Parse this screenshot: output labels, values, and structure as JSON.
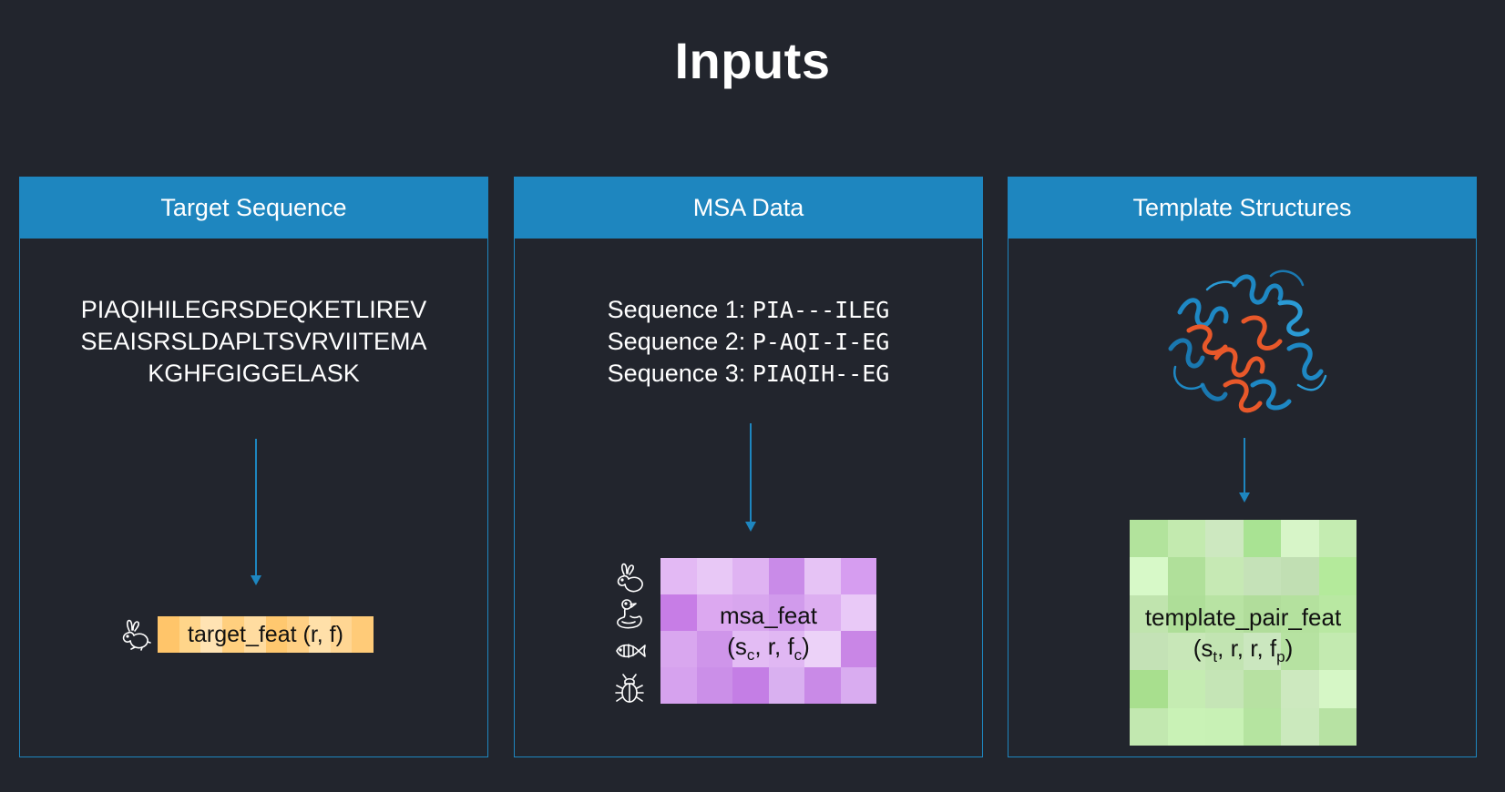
{
  "title": "Inputs",
  "panels": {
    "target": {
      "header": "Target Sequence",
      "sequence_lines": [
        "PIAQIHILEGRSDEQKETLIREV",
        "SEAISRSLDAPLTSVRVIITEMA",
        "KGHFGIGGELASK"
      ],
      "feature_label": "target_feat (r, f)",
      "icon": "rabbit-icon",
      "bar_colors": [
        "#ffc56a",
        "#ffd58a",
        "#ffe3b3",
        "#ffcf7e",
        "#ffdca0",
        "#ffc86f",
        "#ffd084",
        "#ffe0a9",
        "#ffd693",
        "#ffcb78"
      ]
    },
    "msa": {
      "header": "MSA Data",
      "rows": [
        {
          "label": "Sequence 1:",
          "seq": "PIA---ILEG"
        },
        {
          "label": "Sequence 2:",
          "seq": "P-AQI-I-EG"
        },
        {
          "label": "Sequence 3:",
          "seq": "PIAQIH--EG"
        }
      ],
      "feature_label_main": "msa_feat",
      "feature_label_s": "s",
      "feature_label_s_sub": "c",
      "feature_label_mid": ", r, f",
      "feature_label_f_sub": "c",
      "icons": [
        "rabbit-icon",
        "duck-icon",
        "fish-icon",
        "bug-icon"
      ],
      "grid_colors": [
        [
          "#e3b9f4",
          "#e8c8f6",
          "#dfb3f2",
          "#c98be8",
          "#e6c3f5",
          "#d69df0"
        ],
        [
          "#c77de6",
          "#dca8f0",
          "#d8a6ee",
          "#d19bec",
          "#ddaef1",
          "#e9c9f7"
        ],
        [
          "#d9a7ef",
          "#cf95ea",
          "#e3bcf4",
          "#e0b7f3",
          "#ecd2f8",
          "#c986e6"
        ],
        [
          "#d6a2ee",
          "#cb8fe8",
          "#c47ee5",
          "#d9b0f0",
          "#c98ae7",
          "#d9acf0"
        ]
      ]
    },
    "template": {
      "header": "Template Structures",
      "feature_label_main": "template_pair_feat",
      "feature_label_s": "s",
      "feature_label_s_sub": "t",
      "feature_label_mid": ", r, r, f",
      "feature_label_f_sub": "p",
      "icon": "protein-structure-icon",
      "grid_colors": [
        [
          "#b2e39c",
          "#c3eaaf",
          "#cde8c0",
          "#a9e393",
          "#d7f5c8",
          "#c4ecb1"
        ],
        [
          "#d7f9c8",
          "#b0e09a",
          "#c6e9b4",
          "#c5e2b8",
          "#c1dfb3",
          "#b4ea9b"
        ],
        [
          "#c0e4ae",
          "#aede98",
          "#b8e3a3",
          "#b1dd9b",
          "#b4e19e",
          "#b9e8a2"
        ],
        [
          "#c4e2b6",
          "#c8e7b8",
          "#c2e4b2",
          "#cbe7bf",
          "#b6e2a1",
          "#c3eab0"
        ],
        [
          "#a8df8e",
          "#c5ecb2",
          "#c5e5b6",
          "#b7e1a2",
          "#cde9bf",
          "#d6f7c6"
        ],
        [
          "#c2e8b0",
          "#c9f2b6",
          "#c8f1b5",
          "#b5e4a0",
          "#cbe9bd",
          "#b7e2a3"
        ]
      ]
    }
  }
}
